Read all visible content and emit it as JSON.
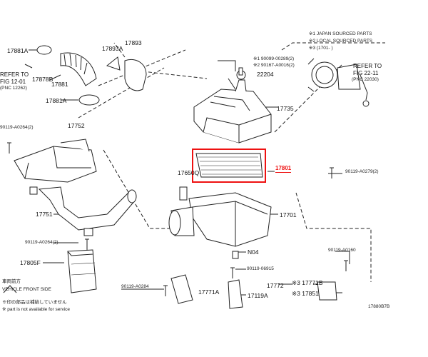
{
  "notes": {
    "n1": "※1 JAPAN SOURCED PARTS",
    "n2": "※2 LOCAL SOURCED PARTS",
    "n3": "※3 (1701-         )"
  },
  "parts": {
    "p17881A_top": "17881A",
    "p17893A": "17893A",
    "p17893": "17893",
    "p17878B": "17878B",
    "p17881": "17881",
    "p17881A_bot": "17881A",
    "p90099": "※1 90099-00289(2)",
    "p290167": "※2 90167-A0016(2)",
    "p22204": "22204",
    "p17735": "17735",
    "p90119_A0264_2": "90119-A0264(2)",
    "p17752": "17752",
    "p17801": "17801",
    "p17650Q": "17650Q",
    "p90119_A0279": "90119-A0279(2)",
    "p17751": "17751",
    "p17701": "17701",
    "p90119_A0264_b": "90119-A0264(2)",
    "pN04": "N04",
    "p17805F": "17805F",
    "p90119_06915": "90119-06915",
    "p90119_A0160": "90119-A0160",
    "p90119_A0284": "90119-A0284",
    "p17771A": "17771A",
    "p17119A": "17119A",
    "p17772": "17772",
    "p17771B": "※3 17771B",
    "p17851": "※3 17851"
  },
  "refs": {
    "left_line1": "REFER TO",
    "left_line2": "FIG 12-01",
    "left_line3": "(PNC 12262)",
    "right_line1": "REFER TO",
    "right_line2": "FIG 22-11",
    "right_line3": "(PNC 22030)"
  },
  "footer": {
    "front_jp": "車両前方",
    "front_en": "VEHICLE FRONT SIDE",
    "unavail": "※印の部品は補給していません",
    "unavail_en": "※ part is not available for service",
    "code": "17880B7B"
  },
  "highlight": {
    "color": "#ee1111",
    "part": "17801"
  }
}
